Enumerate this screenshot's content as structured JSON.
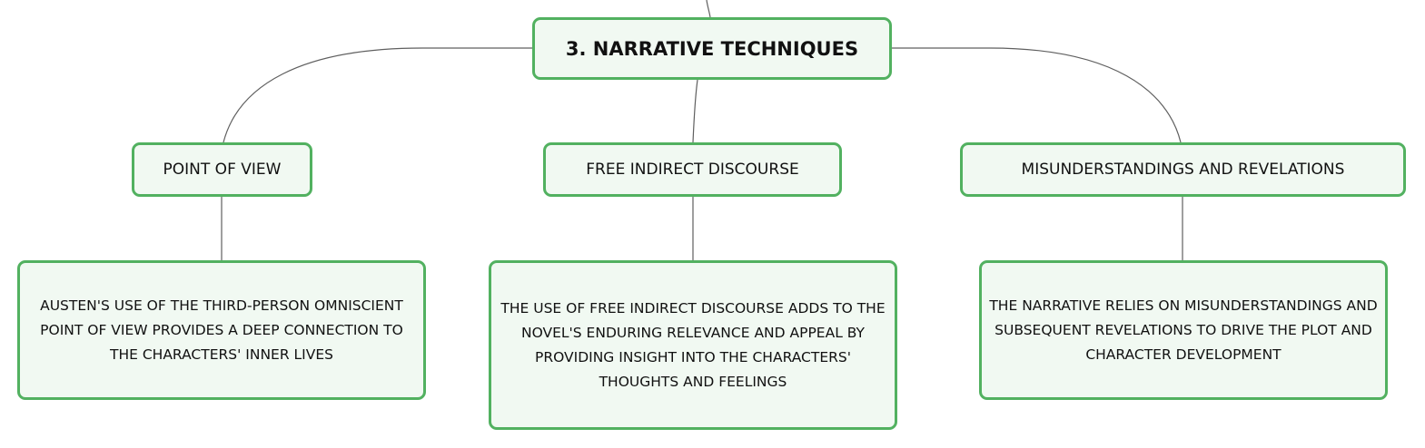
{
  "diagram": {
    "root": {
      "label": "3. NARRATIVE TECHNIQUES"
    },
    "branches": [
      {
        "label": "POINT OF VIEW",
        "detail": "AUSTEN'S USE OF THE THIRD-PERSON OMNISCIENT POINT OF VIEW PROVIDES A DEEP CONNECTION TO THE CHARACTERS' INNER LIVES"
      },
      {
        "label": "FREE INDIRECT DISCOURSE",
        "detail": "THE USE OF FREE INDIRECT DISCOURSE ADDS TO THE NOVEL'S ENDURING RELEVANCE AND APPEAL BY PROVIDING INSIGHT INTO THE CHARACTERS' THOUGHTS AND FEELINGS"
      },
      {
        "label": "MISUNDERSTANDINGS AND REVELATIONS",
        "detail": "THE NARRATIVE RELIES ON MISUNDERSTANDINGS AND SUBSEQUENT REVELATIONS TO DRIVE THE PLOT AND CHARACTER DEVELOPMENT"
      }
    ]
  },
  "colors": {
    "node_border": "#52b160",
    "node_fill": "#f1f9f2",
    "connector": "#5f5f5f",
    "text": "#111111"
  }
}
